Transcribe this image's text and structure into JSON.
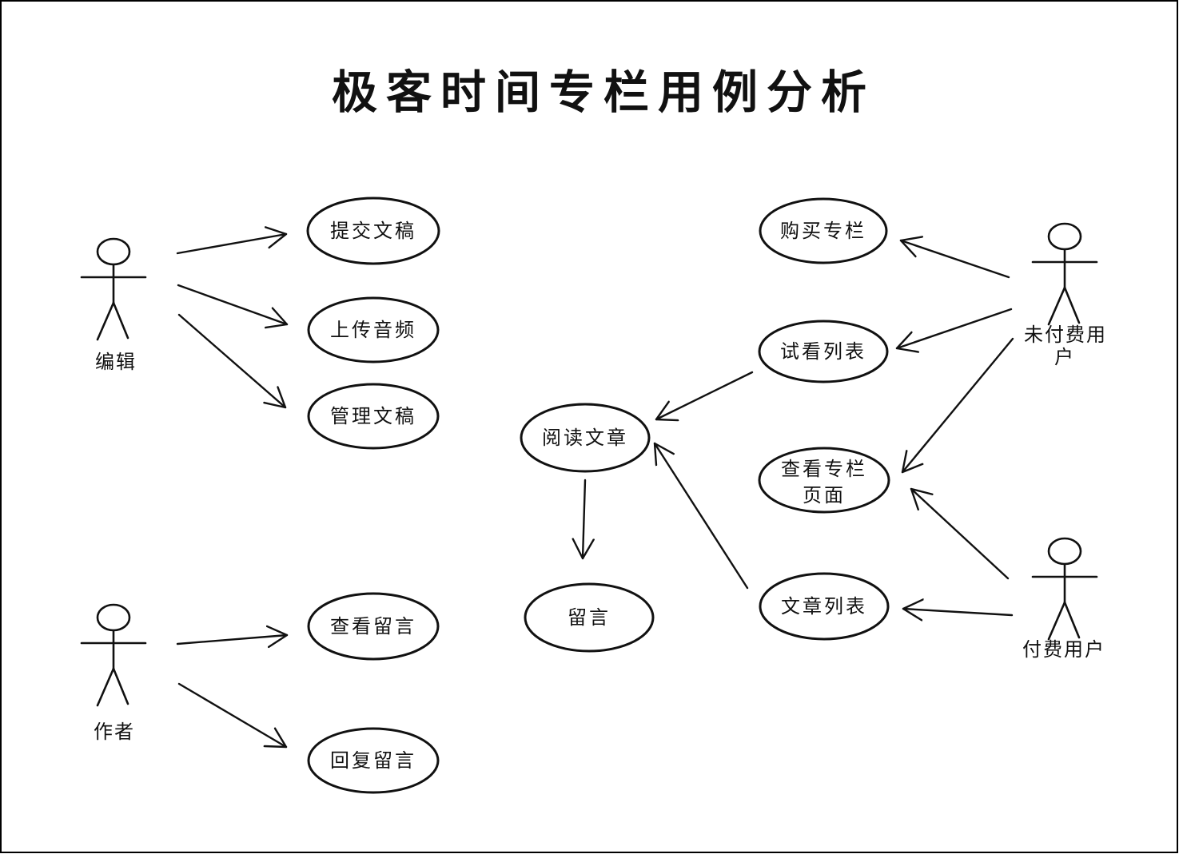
{
  "diagram": {
    "title": "极客时间专栏用例分析",
    "colors": {
      "stroke": "#111111",
      "background": "#ffffff"
    },
    "actors": {
      "editor": {
        "label": "编辑"
      },
      "author": {
        "label": "作者"
      },
      "unpaid_user": {
        "label": "未付费用户",
        "label_line1": "未付费用",
        "label_line2": "户"
      },
      "paid_user": {
        "label": "付费用户"
      }
    },
    "use_cases": {
      "submit_draft": {
        "label": "提交文稿"
      },
      "upload_audio": {
        "label": "上传音频"
      },
      "manage_draft": {
        "label": "管理文稿"
      },
      "view_comments": {
        "label": "查看留言"
      },
      "reply_comments": {
        "label": "回复留言"
      },
      "buy_column": {
        "label": "购买专栏"
      },
      "trial_list": {
        "label": "试看列表"
      },
      "view_column_page": {
        "label": "查看专栏页面",
        "label_line1": "查看专栏",
        "label_line2": "页面"
      },
      "article_list": {
        "label": "文章列表"
      },
      "read_article": {
        "label": "阅读文章"
      },
      "comment": {
        "label": "留言"
      }
    },
    "relations": [
      {
        "from": "编辑",
        "to": "提交文稿"
      },
      {
        "from": "编辑",
        "to": "上传音频"
      },
      {
        "from": "编辑",
        "to": "管理文稿"
      },
      {
        "from": "作者",
        "to": "查看留言"
      },
      {
        "from": "作者",
        "to": "回复留言"
      },
      {
        "from": "未付费用户",
        "to": "购买专栏"
      },
      {
        "from": "未付费用户",
        "to": "试看列表"
      },
      {
        "from": "未付费用户",
        "to": "查看专栏页面"
      },
      {
        "from": "付费用户",
        "to": "查看专栏页面"
      },
      {
        "from": "付费用户",
        "to": "文章列表"
      },
      {
        "from": "试看列表",
        "to": "阅读文章"
      },
      {
        "from": "文章列表",
        "to": "阅读文章"
      },
      {
        "from": "阅读文章",
        "to": "留言"
      }
    ]
  }
}
